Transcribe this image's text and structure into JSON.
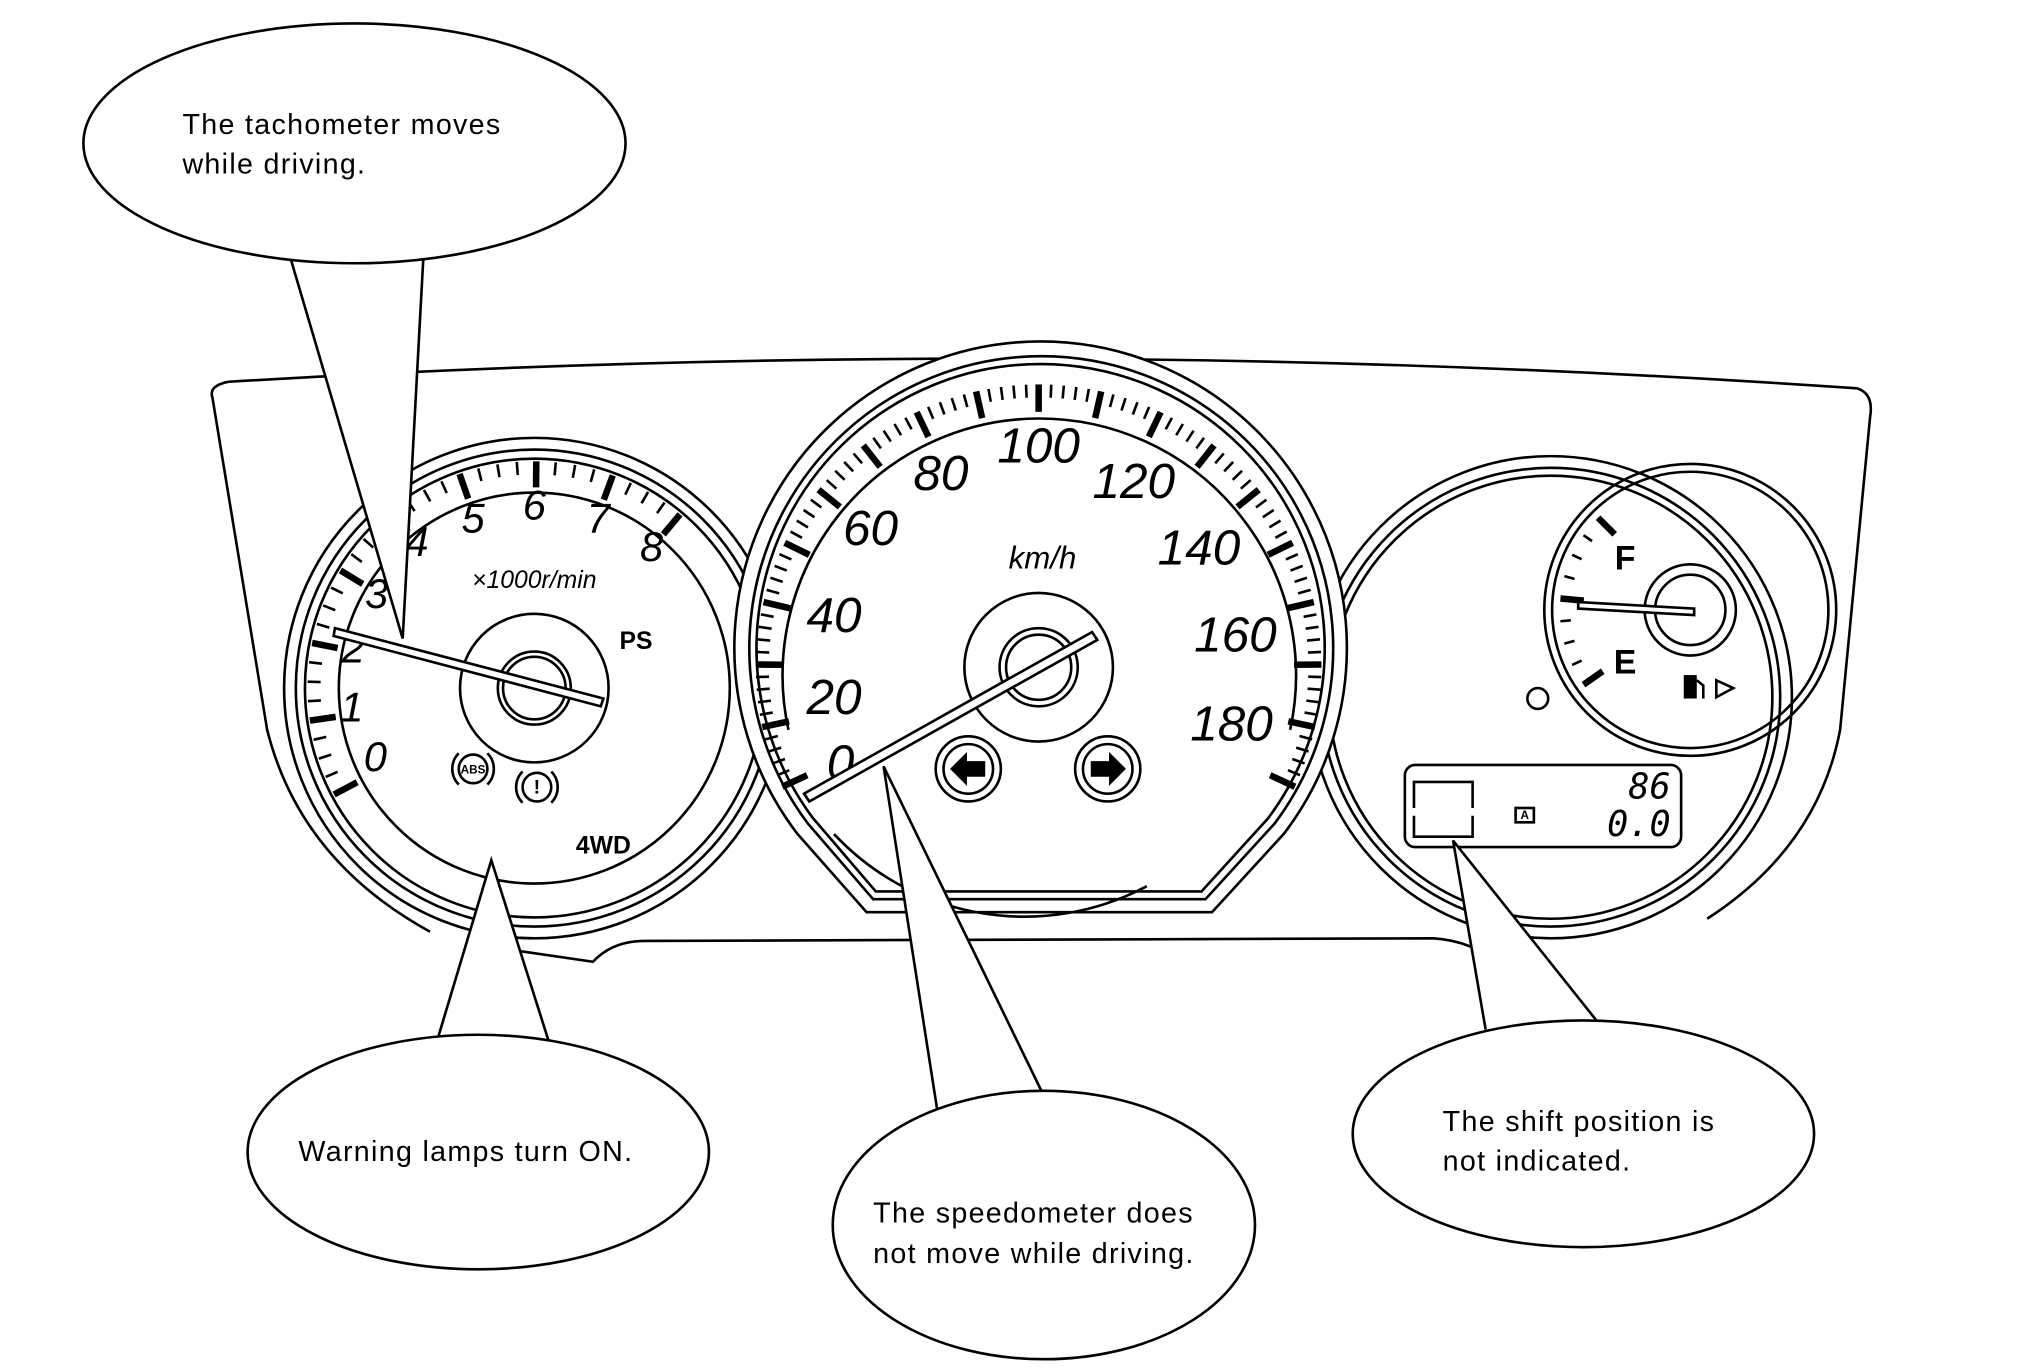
{
  "callouts": {
    "tachometer": [
      "The tachometer moves",
      "while driving."
    ],
    "warning": [
      "Warning lamps turn ON."
    ],
    "speedometer": [
      "The speedometer does",
      "not move while driving."
    ],
    "shift": [
      "The shift position is",
      "not indicated."
    ]
  },
  "tachometer": {
    "numbers": [
      "0",
      "1",
      "2",
      "3",
      "4",
      "5",
      "6",
      "7",
      "8"
    ],
    "unit": "×1000r/min",
    "ps_label": "PS",
    "fourwd_label": "4WD",
    "abs_label": "ABS",
    "brake_label": "!"
  },
  "speedometer": {
    "numbers": [
      "0",
      "20",
      "40",
      "60",
      "80",
      "100",
      "120",
      "140",
      "160",
      "180"
    ],
    "unit": "km/h"
  },
  "fuel": {
    "full": "F",
    "empty": "E",
    "icon": "fuel-pump-icon"
  },
  "lcd": {
    "shift_indicator": "A",
    "line1": "86",
    "line2": "0.0"
  },
  "colors": {
    "ink": "#000000",
    "background": "#ffffff"
  }
}
